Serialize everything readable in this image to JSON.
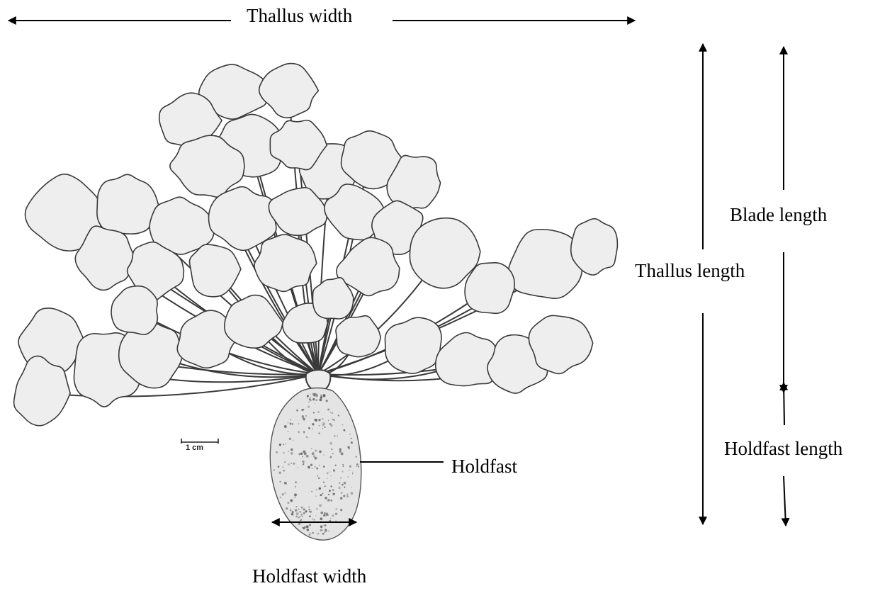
{
  "labels": {
    "thallus_width": "Thallus width",
    "blade_length": "Blade length",
    "thallus_length": "Thallus length",
    "holdfast": "Holdfast",
    "holdfast_length": "Holdfast length",
    "holdfast_width": "Holdfast width"
  },
  "scale_bar": {
    "label": "1 cm"
  },
  "colors": {
    "ink": "#000000",
    "blade_outline": "#3a3a3a",
    "blade_fill": "#eeeeee",
    "holdfast_fill": "#e2e2e2",
    "holdfast_dots": "#555555"
  }
}
